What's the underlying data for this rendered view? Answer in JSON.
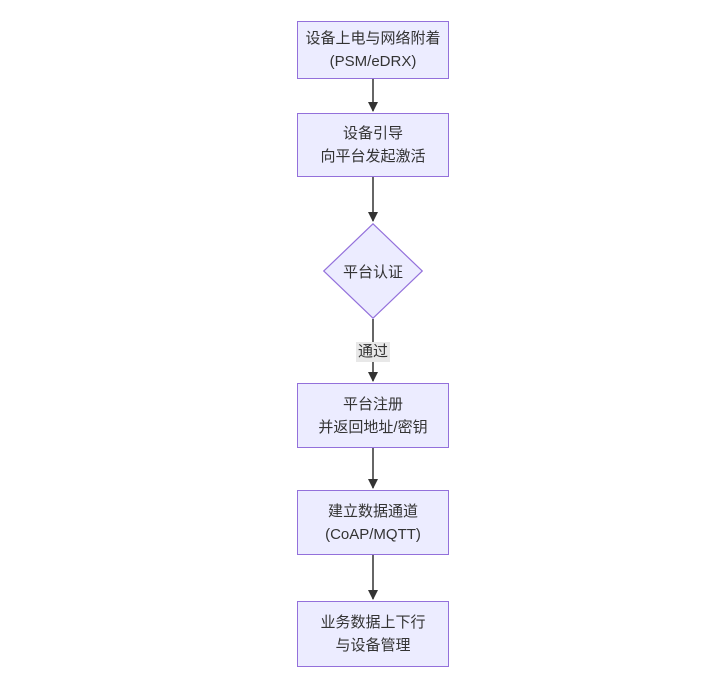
{
  "diagram": {
    "type": "flowchart",
    "direction": "top-down",
    "nodes": [
      {
        "id": "power-on-attach",
        "line1": "设备上电与网络附着",
        "line2": "(PSM/eDRX)"
      },
      {
        "id": "bootstrap-activate",
        "line1": "设备引导",
        "line2": "向平台发起激活"
      },
      {
        "id": "platform-register",
        "line1": "平台注册",
        "line2": "并返回地址/密钥"
      },
      {
        "id": "data-channel",
        "line1": "建立数据通道",
        "line2": "(CoAP/MQTT)"
      },
      {
        "id": "business-data",
        "line1": "业务数据上下行",
        "line2": "与设备管理"
      }
    ],
    "decision": {
      "id": "platform-auth",
      "label": "平台认证"
    },
    "edge_label": "通过",
    "colors": {
      "node_fill": "#ECECFF",
      "node_border": "#9370DB",
      "text": "#333333",
      "arrow": "#333333",
      "edge_label_bg": "#e8e8e8",
      "background": "#ffffff"
    }
  }
}
